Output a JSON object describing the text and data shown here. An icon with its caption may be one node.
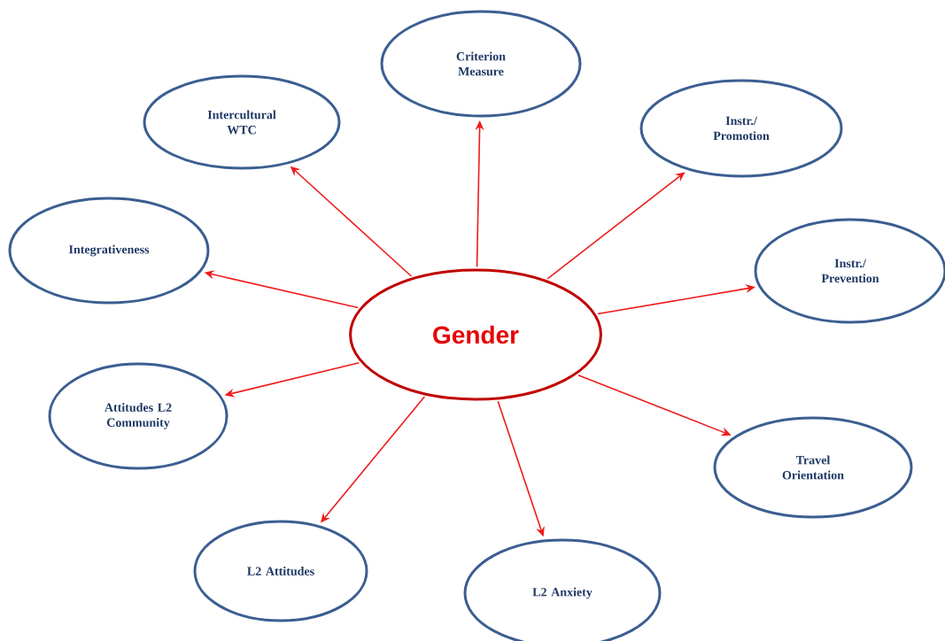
{
  "diagram": {
    "nodes": [
      {
        "text": [
          "Gender"
        ]
      },
      {
        "text": [
          "Criterion Measure"
        ]
      },
      {
        "text": [
          "Intercultural WTC"
        ]
      },
      {
        "text": [
          "Instr./ Promotion"
        ]
      },
      {
        "text": [
          "Integrativeness"
        ]
      },
      {
        "text": [
          "Instr./ Prevention"
        ]
      },
      {
        "text": [
          "Attitudes L2 Community"
        ]
      },
      {
        "text": [
          "Travel Orientation"
        ]
      },
      {
        "text": [
          "L2 Attitudes"
        ]
      },
      {
        "text": [
          "L2 Anxiety"
        ]
      }
    ],
    "edges": [
      {
        "from": 0,
        "to": 1,
        "arrow": "to"
      },
      {
        "from": 0,
        "to": 2,
        "arrow": "to"
      },
      {
        "from": 0,
        "to": 3,
        "arrow": "to"
      },
      {
        "from": 0,
        "to": 4,
        "arrow": "to"
      },
      {
        "from": 0,
        "to": 5,
        "arrow": "to"
      },
      {
        "from": 0,
        "to": 6,
        "arrow": "to"
      },
      {
        "from": 0,
        "to": 7,
        "arrow": "to"
      },
      {
        "from": 0,
        "to": 8,
        "arrow": "to"
      },
      {
        "from": 0,
        "to": 9,
        "arrow": "to"
      }
    ]
  }
}
